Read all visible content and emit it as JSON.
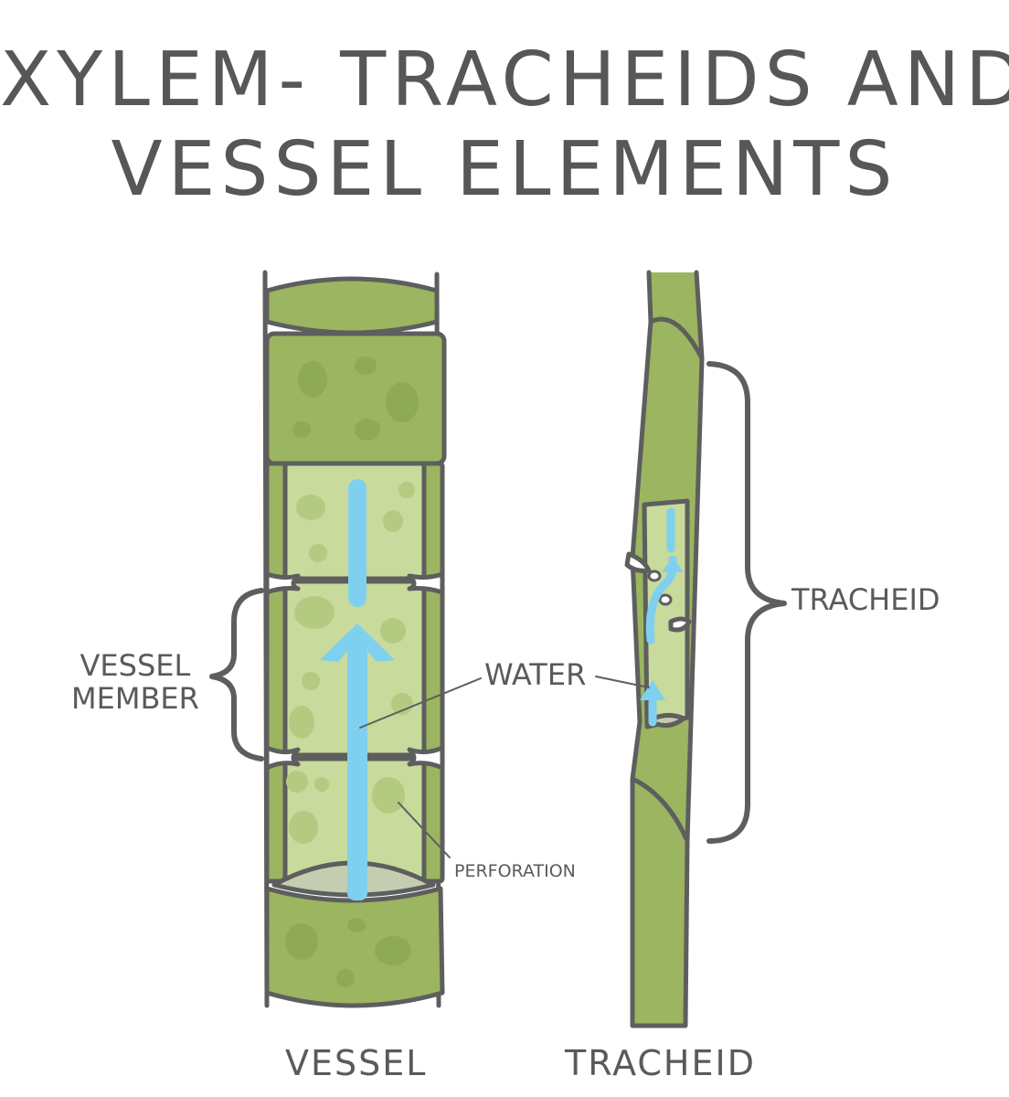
{
  "title": {
    "line1": "XYLEM- TRACHEIDS AND",
    "line2": "VESSEL ELEMENTS"
  },
  "labels": {
    "vessel_member_line1": "VESSEL",
    "vessel_member_line2": "MEMBER",
    "water": "WATER",
    "perforation": "PERFORATION",
    "tracheid_brace": "TRACHEID",
    "vessel_caption": "VESSEL",
    "tracheid_caption": "TRACHEID"
  },
  "colors": {
    "wall_green": "#9bb560",
    "lumen_green": "#c8da9c",
    "spot_green": "#b4ca80",
    "end_wall": "#c4cdb0",
    "water_blue": "#7fd0ef",
    "outline": "#5e5e5e"
  }
}
